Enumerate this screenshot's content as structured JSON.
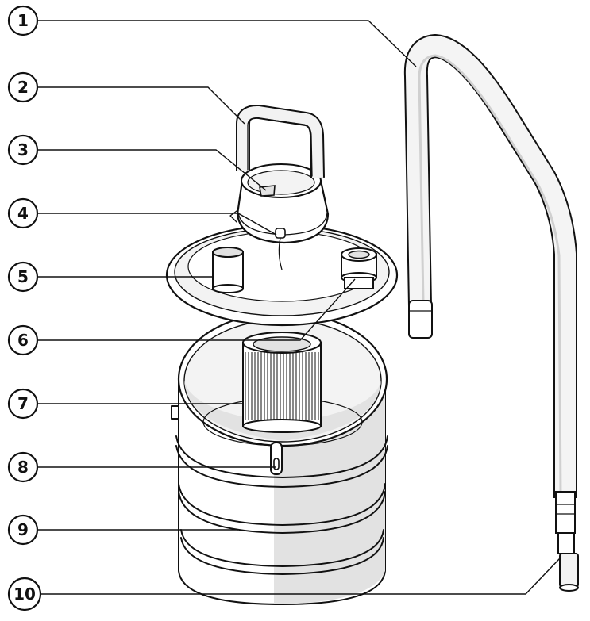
{
  "labels": [
    {
      "id": 1,
      "text": "1"
    },
    {
      "id": 2,
      "text": "2"
    },
    {
      "id": 3,
      "text": "3"
    },
    {
      "id": 4,
      "text": "4"
    },
    {
      "id": 5,
      "text": "5"
    },
    {
      "id": 6,
      "text": "6"
    },
    {
      "id": 7,
      "text": "7"
    },
    {
      "id": 8,
      "text": "8"
    },
    {
      "id": 9,
      "text": "9"
    },
    {
      "id": 10,
      "text": "10"
    }
  ],
  "colors": {
    "line": "#111111",
    "shade": "#e2e2e2",
    "light": "#f3f3f3",
    "background": "#ffffff"
  }
}
